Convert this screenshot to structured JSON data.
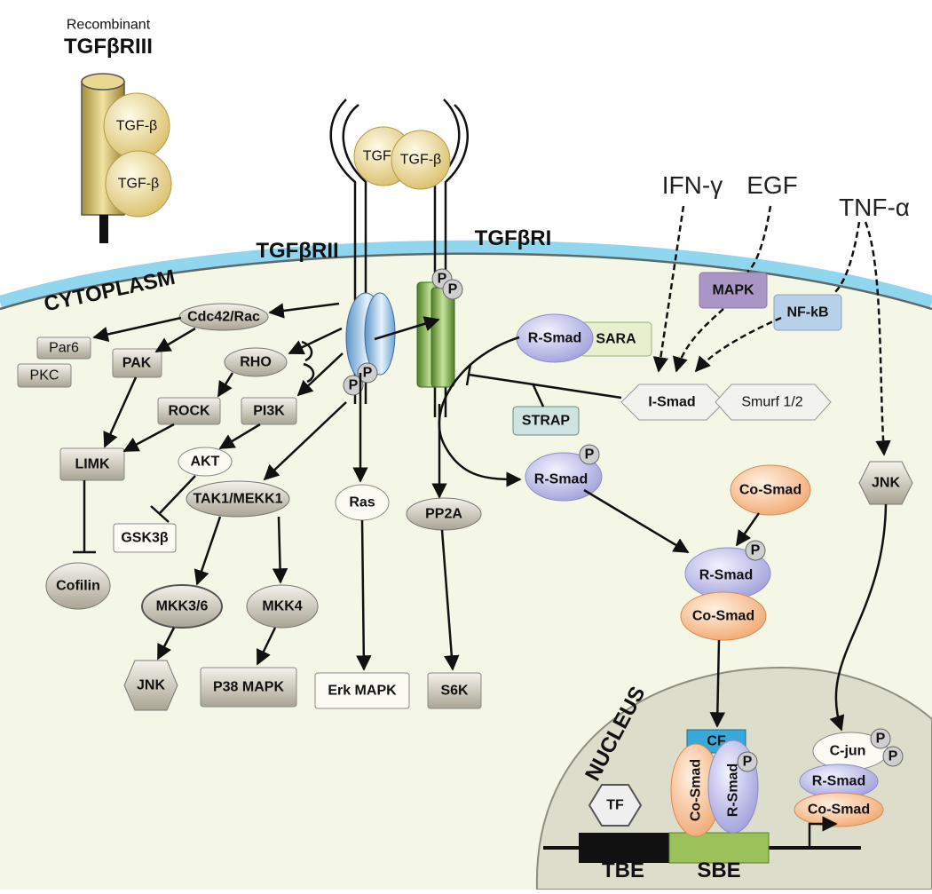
{
  "title": {
    "recombinant": "Recombinant",
    "coreceptor": "TGFβRIII"
  },
  "ligand": "TGF-β",
  "phospho": "P",
  "regions": {
    "cytoplasm": "CYTOPLASM",
    "nucleus": "NUCLEUS"
  },
  "receptors": {
    "type2": "TGFβRII",
    "type1": "TGFβRI"
  },
  "signals": {
    "ifn": "IFN-γ",
    "egf": "EGF",
    "tnf": "TNF-α"
  },
  "nodes": {
    "cdc42": "Cdc42/Rac",
    "par6": "Par6",
    "pkc": "PKC",
    "pak": "PAK",
    "rho": "RHO",
    "rock": "ROCK",
    "pi3k": "PI3K",
    "limk": "LIMK",
    "akt": "AKT",
    "gsk3b": "GSK3β",
    "cofilin": "Cofilin",
    "tak1": "TAK1/MEKK1",
    "ras": "Ras",
    "pp2a": "PP2A",
    "mkk36": "MKK3/6",
    "mkk4": "MKK4",
    "jnk": "JNK",
    "p38": "P38 MAPK",
    "erk": "Erk MAPK",
    "s6k": "S6K",
    "mapk": "MAPK",
    "nfkb": "NF-kB",
    "sara": "SARA",
    "rsmad": "R-Smad",
    "strap": "STRAP",
    "ismad": "I-Smad",
    "smurf": "Smurf 1/2",
    "cosmad": "Co-Smad",
    "cjun": "C-jun",
    "cf": "CF",
    "tf": "TF",
    "tbe": "TBE",
    "sbe": "SBE"
  },
  "colors": {
    "cell": "#f4f7e6",
    "membrane": "#8fd6ee",
    "nucleus": "#ddddcc",
    "smad_r": "#b5b5e6",
    "smad_co": "#f5b88a",
    "receptor2": "#9cc8ea",
    "receptor1": "#8ab85a",
    "ligand": "#f0dc9c",
    "node": "#c5c1b2",
    "mapk": "#a996c4",
    "nfkb": "#b8d0e8",
    "cf": "#3aa8d8",
    "sbe": "#9bc15a"
  }
}
